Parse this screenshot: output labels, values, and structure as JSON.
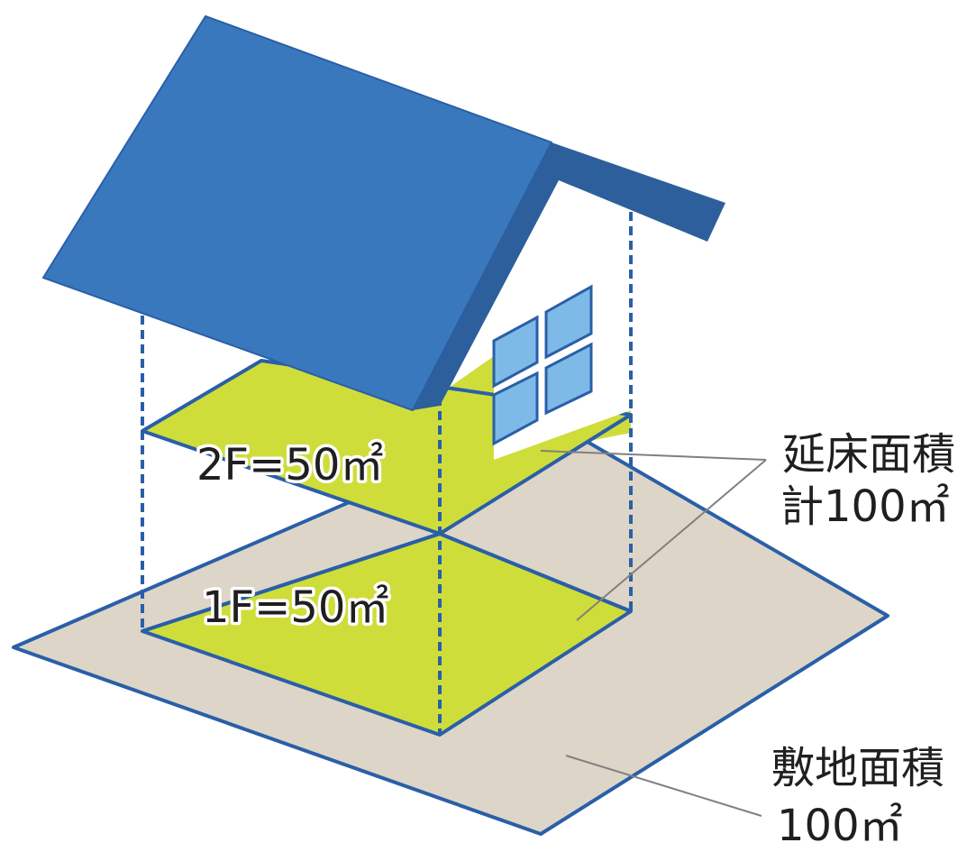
{
  "labels": {
    "floor_2": "2F=50㎡",
    "floor_1": "1F=50㎡",
    "total_floor_area_title": "延床面積",
    "total_floor_area_value": "計100㎡",
    "site_area_title": "敷地面積",
    "site_area_value": "100㎡"
  },
  "colors": {
    "roof": "#3a78bd",
    "roof_dark": "#2c5f9c",
    "floor": "#cfdd3a",
    "site": "#ddd5c7",
    "outline": "#2a5fa8",
    "window": "#7ebae8",
    "wall": "#ffffff"
  }
}
